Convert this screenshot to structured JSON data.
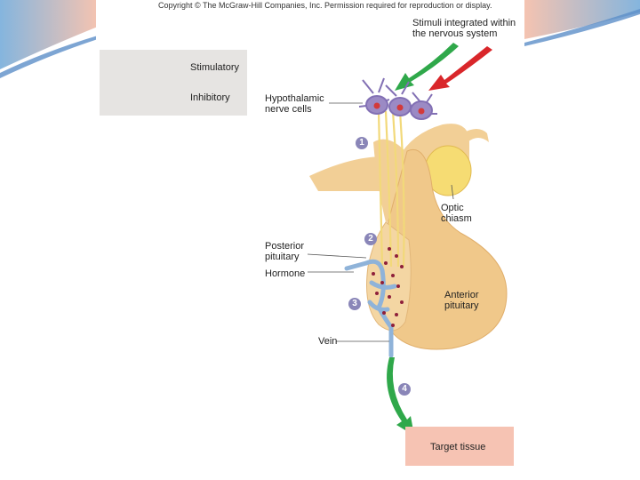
{
  "copyright": "Copyright © The McGraw-Hill Companies, Inc. Permission required for reproduction or display.",
  "legend": {
    "stimulatory": "Stimulatory",
    "inhibitory": "Inhibitory"
  },
  "labels": {
    "stimuli_line1": "Stimuli integrated within",
    "stimuli_line2": "the nervous system",
    "hypothalamic_line1": "Hypothalamic",
    "hypothalamic_line2": "nerve cells",
    "optic_line1": "Optic",
    "optic_line2": "chiasm",
    "posterior_line1": "Posterior",
    "posterior_line2": "pituitary",
    "hormone": "Hormone",
    "anterior_line1": "Anterior",
    "anterior_line2": "pituitary",
    "vein": "Vein",
    "target_tissue": "Target tissue"
  },
  "steps": [
    "1",
    "2",
    "3",
    "4"
  ],
  "colors": {
    "stimulatory": "#2fa84a",
    "inhibitory": "#d9262a",
    "gland": "#f2cf96",
    "neuron": "#9b8ac4",
    "vessel": "#8fb3d9",
    "hormone": "#8e1f3a",
    "target": "#f6c3b3"
  }
}
